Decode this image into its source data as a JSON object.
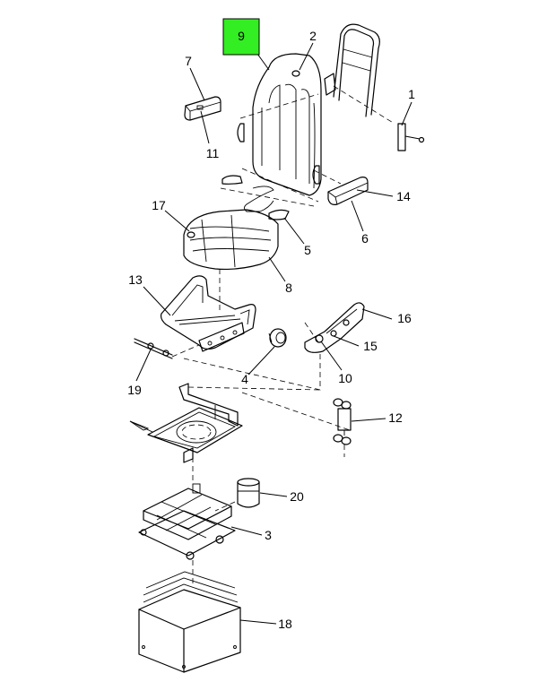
{
  "diagram": {
    "highlight_color": "#33ee22",
    "callouts": [
      {
        "id": "c9",
        "label": "9",
        "highlighted": true
      },
      {
        "id": "c2",
        "label": "2"
      },
      {
        "id": "c7",
        "label": "7"
      },
      {
        "id": "c1",
        "label": "1"
      },
      {
        "id": "c11",
        "label": "11"
      },
      {
        "id": "c14",
        "label": "14"
      },
      {
        "id": "c6",
        "label": "6"
      },
      {
        "id": "c17",
        "label": "17"
      },
      {
        "id": "c5",
        "label": "5"
      },
      {
        "id": "c8",
        "label": "8"
      },
      {
        "id": "c13",
        "label": "13"
      },
      {
        "id": "c16",
        "label": "16"
      },
      {
        "id": "c15",
        "label": "15"
      },
      {
        "id": "c10",
        "label": "10"
      },
      {
        "id": "c4",
        "label": "4"
      },
      {
        "id": "c19",
        "label": "19"
      },
      {
        "id": "c12",
        "label": "12"
      },
      {
        "id": "c20",
        "label": "20"
      },
      {
        "id": "c3",
        "label": "3"
      },
      {
        "id": "c18",
        "label": "18"
      }
    ]
  }
}
